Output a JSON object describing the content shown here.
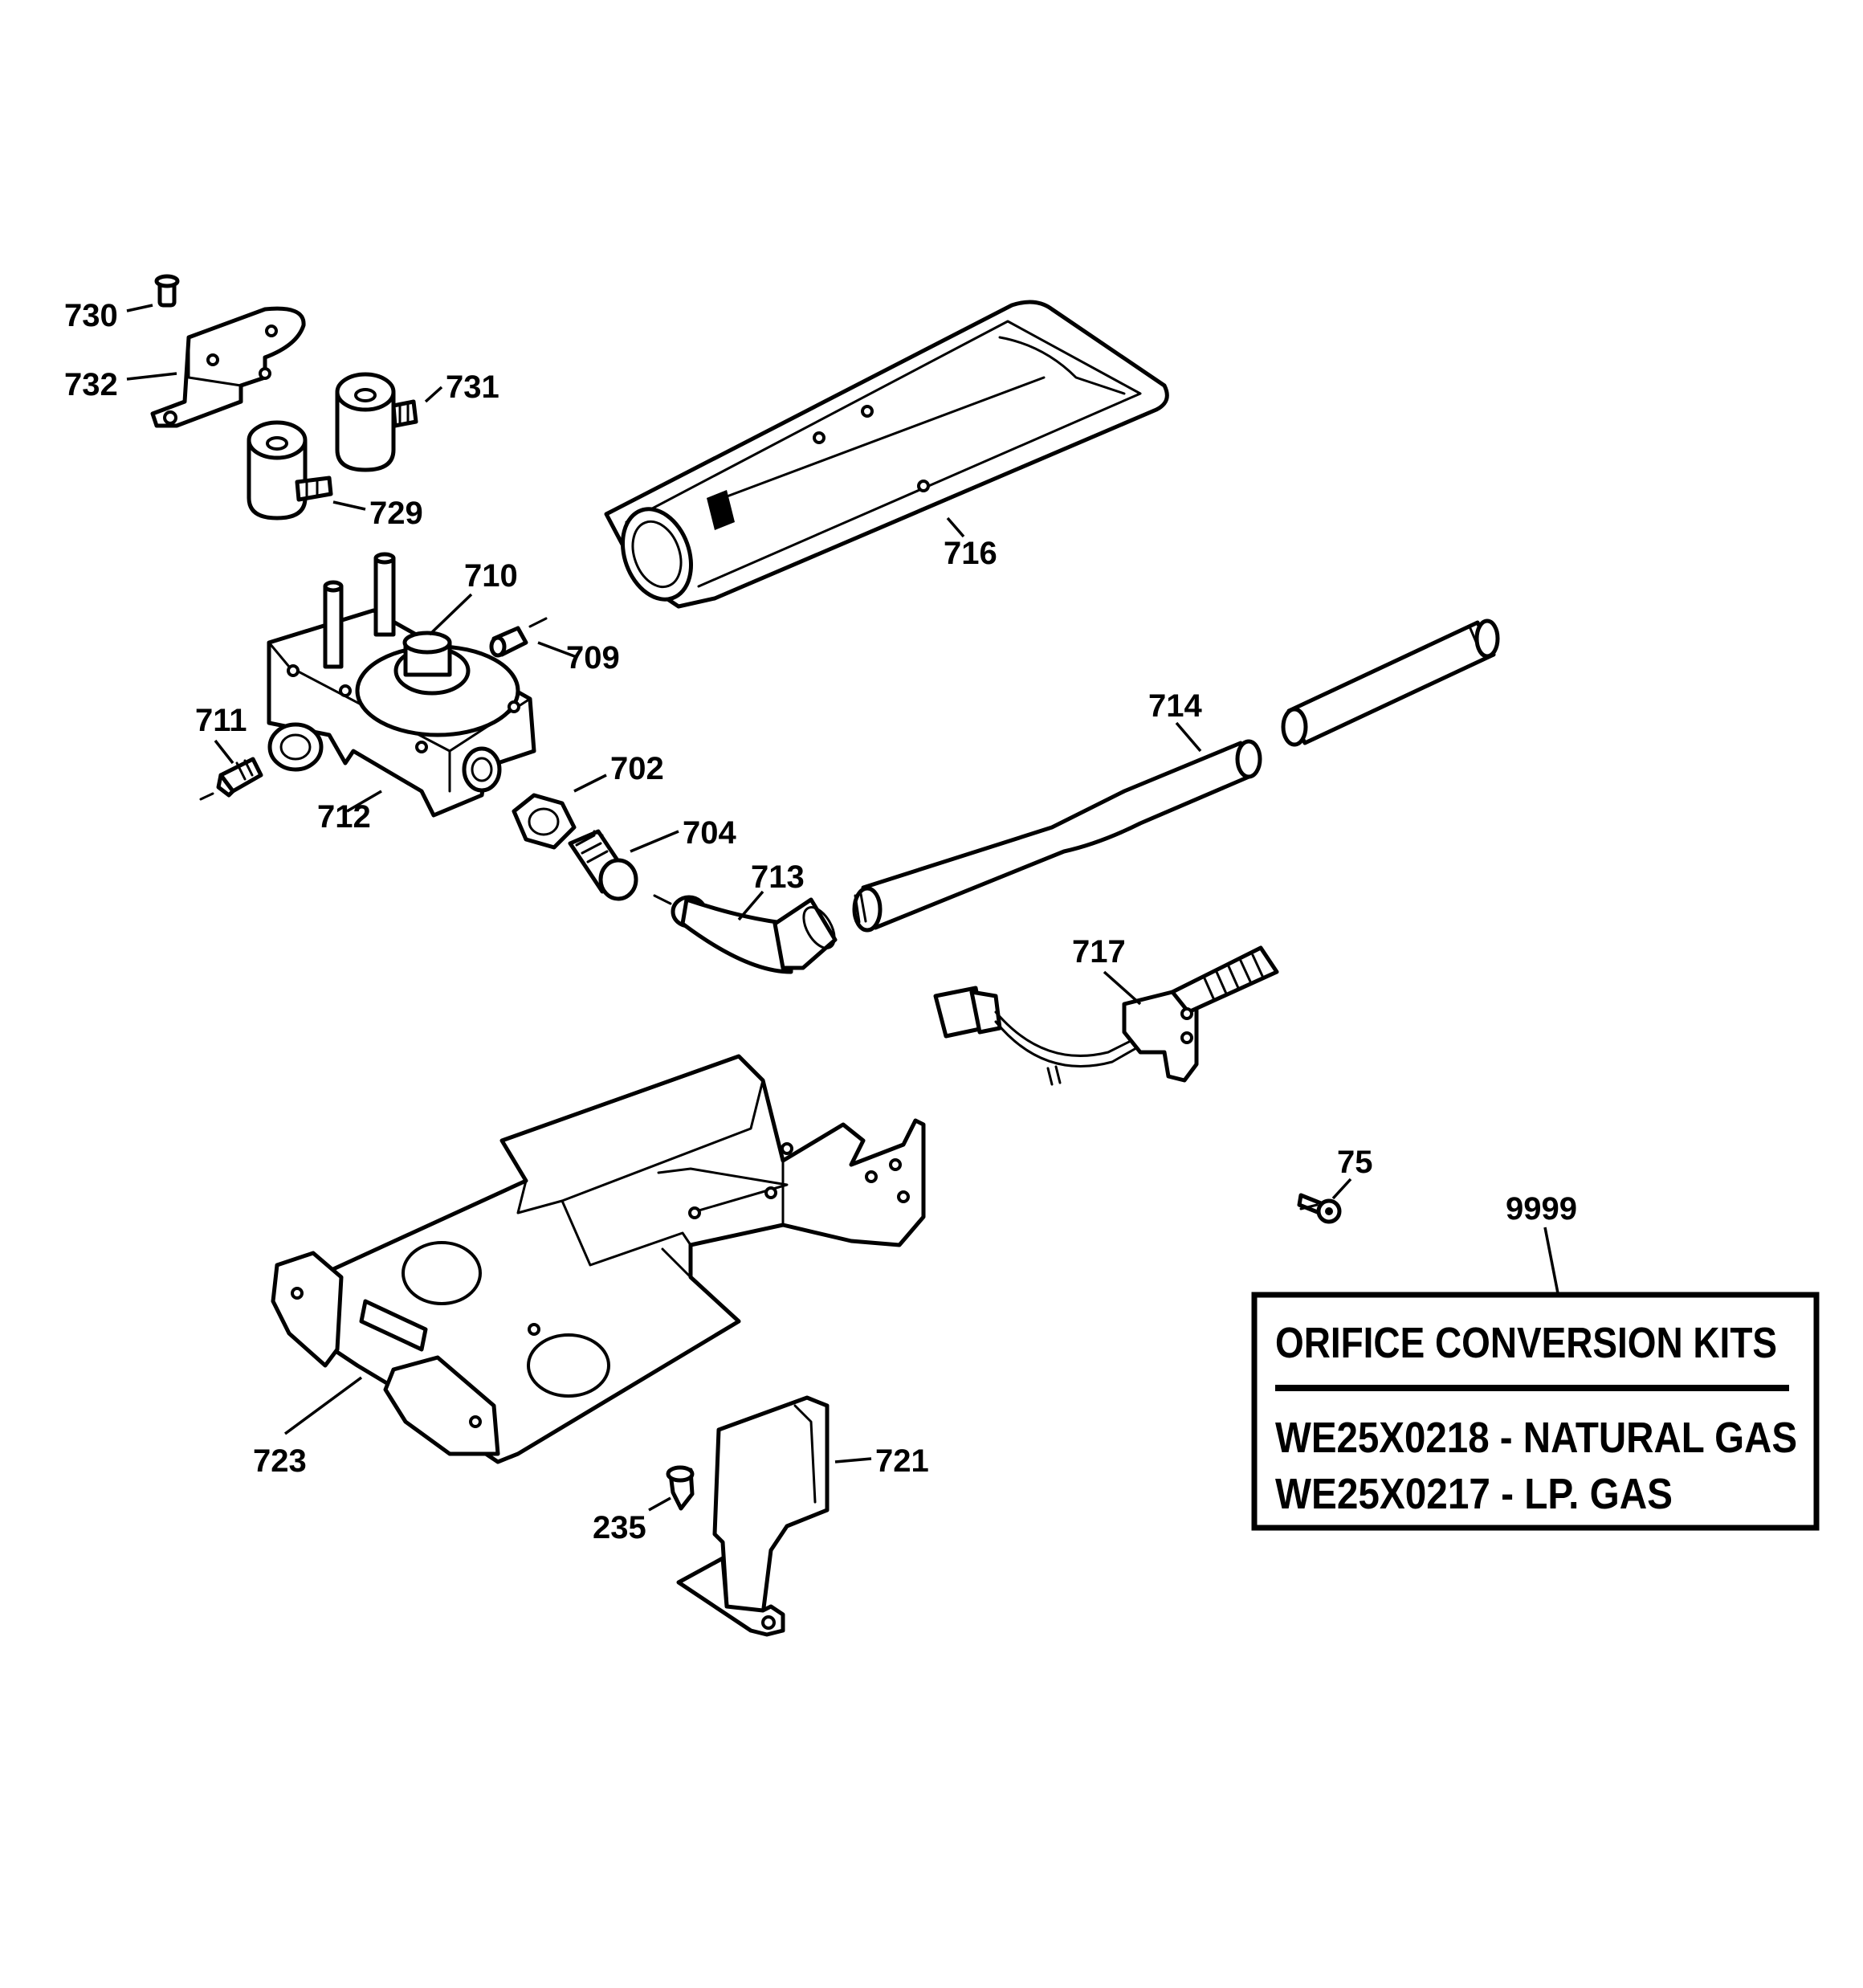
{
  "labels": {
    "l730": "730",
    "l732": "732",
    "l731": "731",
    "l729": "729",
    "l716": "716",
    "l710": "710",
    "l709": "709",
    "l711": "711",
    "l712": "712",
    "l702": "702",
    "l704": "704",
    "l713": "713",
    "l714": "714",
    "l717": "717",
    "l75": "75",
    "l9999": "9999",
    "l723": "723",
    "l721": "721",
    "l235": "235"
  },
  "kit_box": {
    "title": "ORIFICE CONVERSION KITS",
    "line1": "WE25X0218 - NATURAL GAS",
    "line2": "WE25X0217 - LP. GAS"
  }
}
